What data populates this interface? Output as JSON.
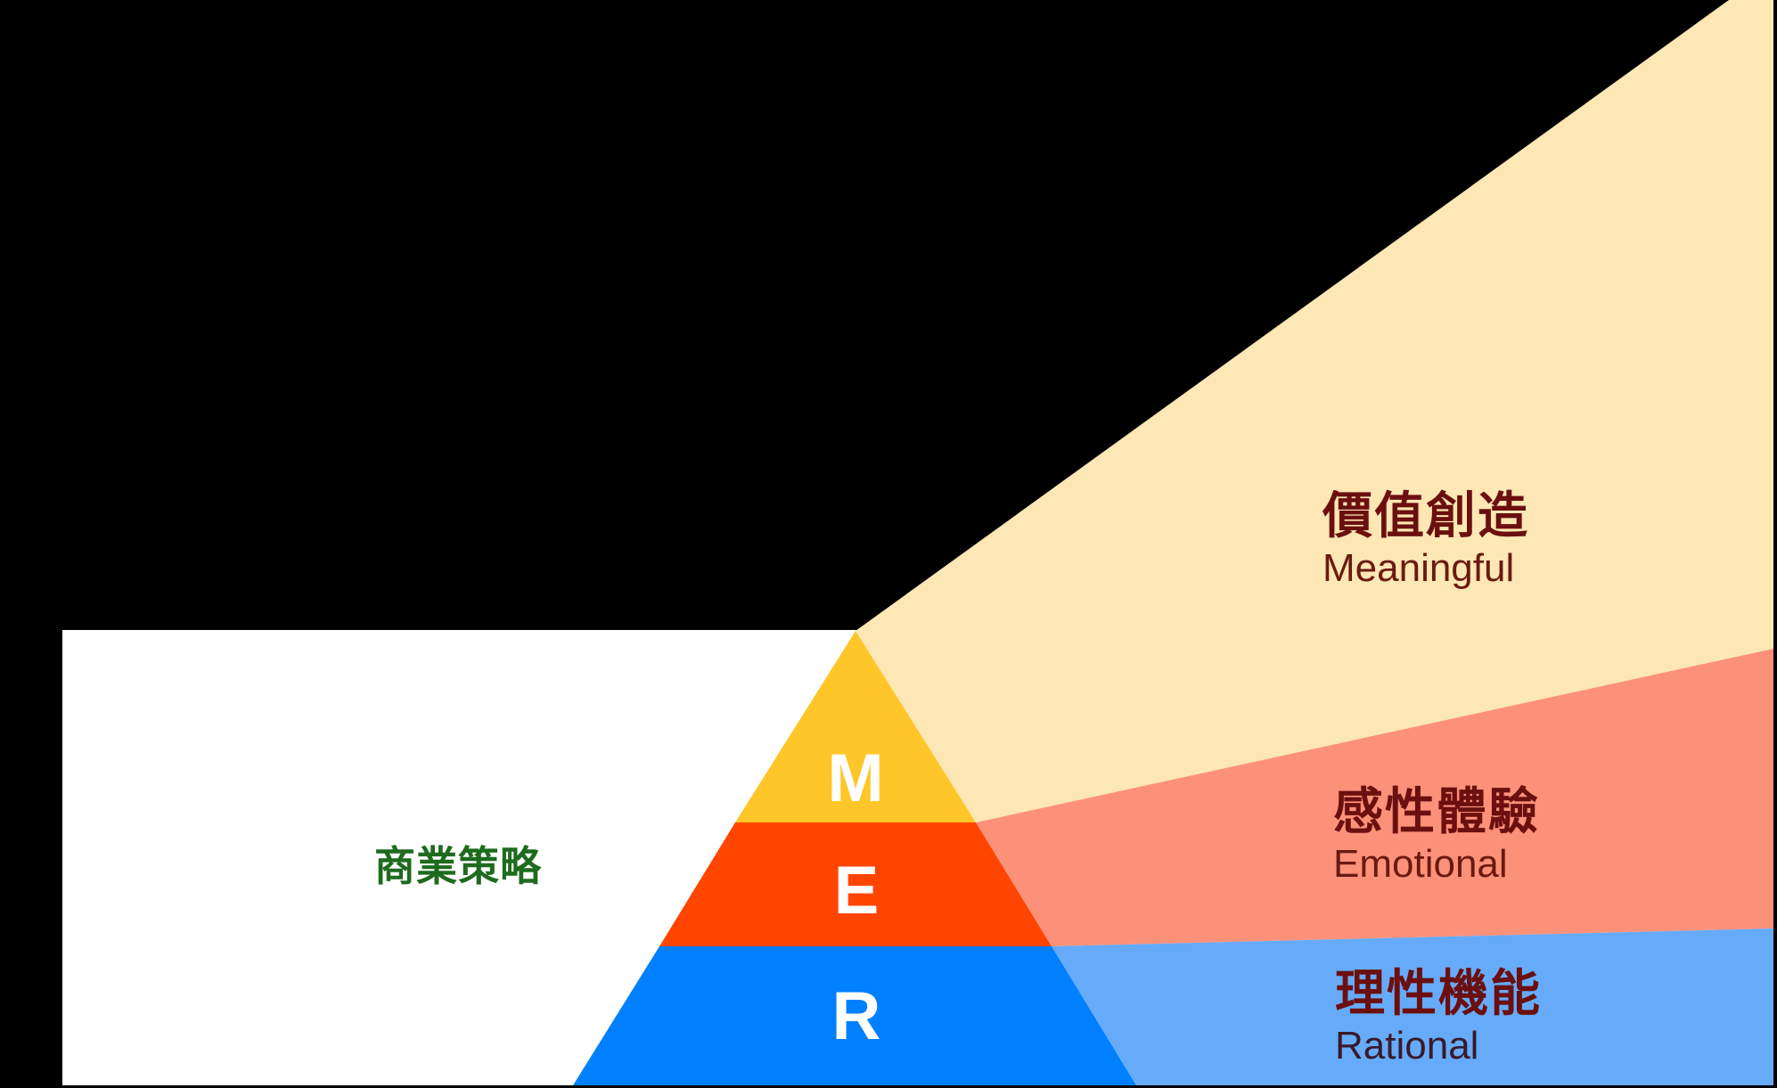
{
  "colors": {
    "background": "#000000",
    "panel": "#ffffff",
    "meaningful_tier": "#ffc629",
    "emotional_tier": "#ff4500",
    "rational_tier": "#0080ff",
    "meaningful_beam": "#fde7b5",
    "emotional_beam": "#fc917a",
    "rational_beam": "#66abf9",
    "left_label": "#1e6b1e",
    "beam_label": "#6b0f0f"
  },
  "left_label": "商業策略",
  "pyramid": {
    "tiers": [
      {
        "letter": "M",
        "name": "meaningful"
      },
      {
        "letter": "E",
        "name": "emotional"
      },
      {
        "letter": "R",
        "name": "rational"
      }
    ]
  },
  "beams": [
    {
      "title": "價值創造",
      "subtitle": "Meaningful"
    },
    {
      "title": "感性體驗",
      "subtitle": "Emotional"
    },
    {
      "title": "理性機能",
      "subtitle": "Rational"
    }
  ]
}
